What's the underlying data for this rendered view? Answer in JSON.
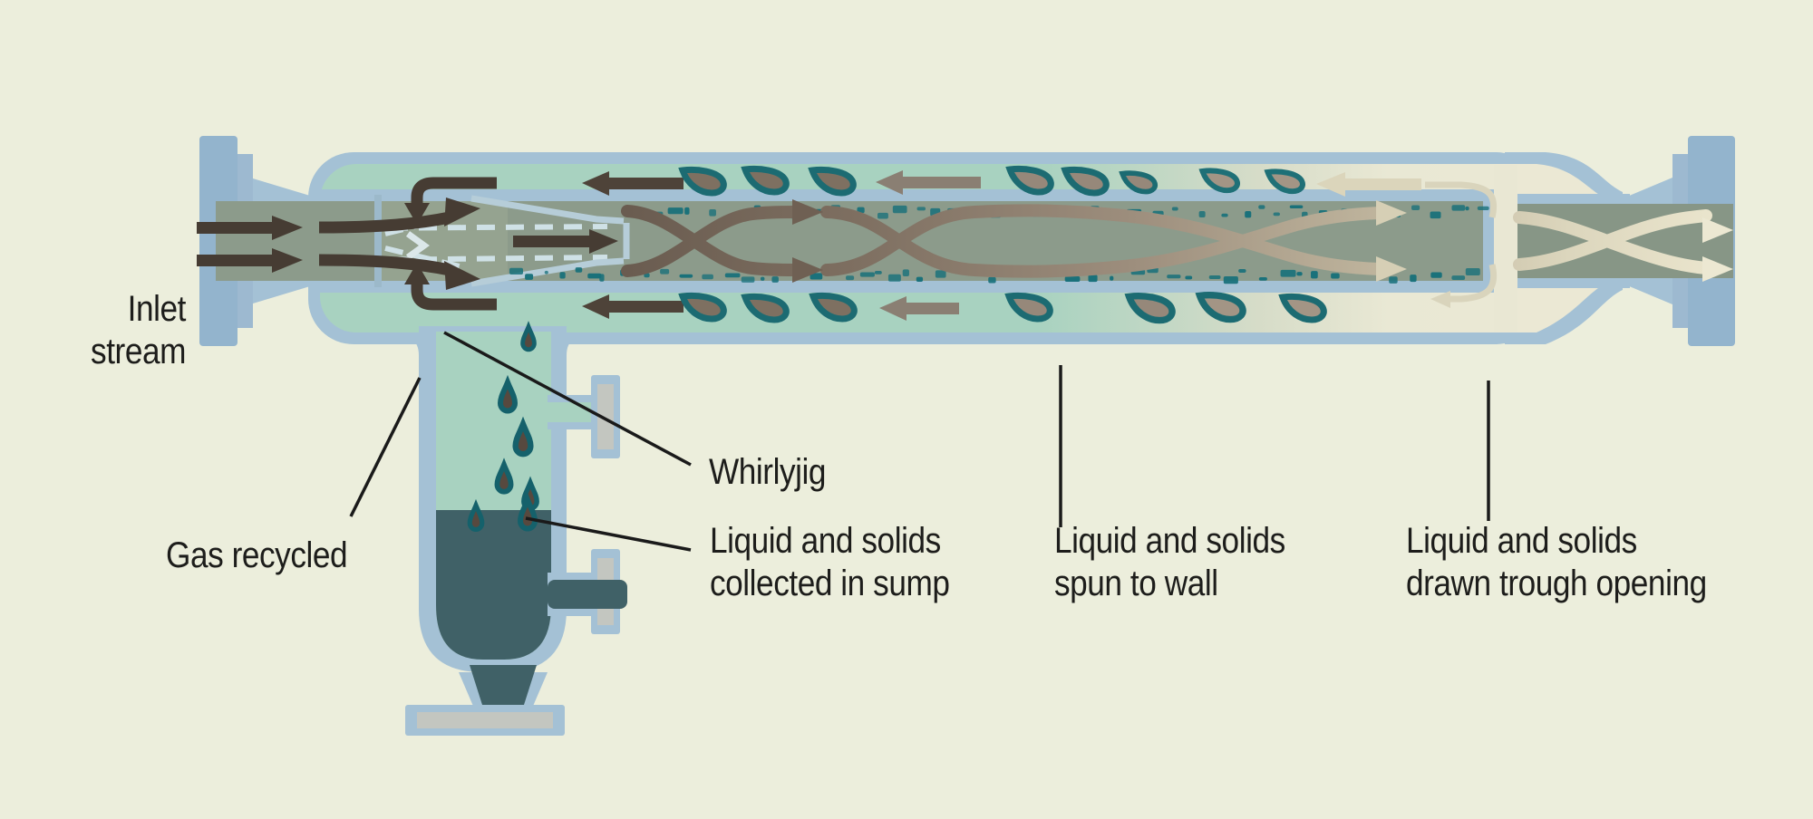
{
  "figure": {
    "type": "cutaway-process-diagram",
    "subject": "Inline cyclonic gas-liquid separator with whirlyjig swirl element and liquid sump"
  },
  "labels": {
    "inlet_stream": {
      "line1": "Inlet",
      "line2": "stream"
    },
    "gas_recycled": "Gas recycled",
    "whirlyjig": "Whirlyjig",
    "collected_in_sump": {
      "line1": "Liquid and solids",
      "line2": "collected in sump"
    },
    "spun_to_wall": {
      "line1": "Liquid and solids",
      "line2": "spun to wall"
    },
    "drawn_through_opening": {
      "line1": "Liquid and solids",
      "line2": "drawn trough opening"
    }
  },
  "icons": {
    "flow_arrows": "arrow-right-icon",
    "recycle_arrows": "arrow-left-icon",
    "bent_recycle_arrows": "arrow-bend-down-icon",
    "swirl_paths": "crossing-swirl-arrows-icon",
    "droplets": "droplet-icon"
  },
  "palette": {
    "background": "#eceedc",
    "vessel_wall_blue": "#a4c1d5",
    "flange_blue": "#93b4cd",
    "annulus_mint": "#a8d2c0",
    "annulus_cream": "#ebe8d4",
    "bore_olive": "#8c9b8b",
    "dark_arrow": "#463c33",
    "mid_arrow": "#8a7f73",
    "cream_arrow": "#dbd5bb",
    "droplet_teal": "#1c6b72",
    "droplet_core": "#80725f",
    "sump_liquid": "#406167",
    "speckle_teal": "#17707a",
    "leader_black": "#1a1a1a",
    "gray_insert": "#c3c6c0"
  }
}
